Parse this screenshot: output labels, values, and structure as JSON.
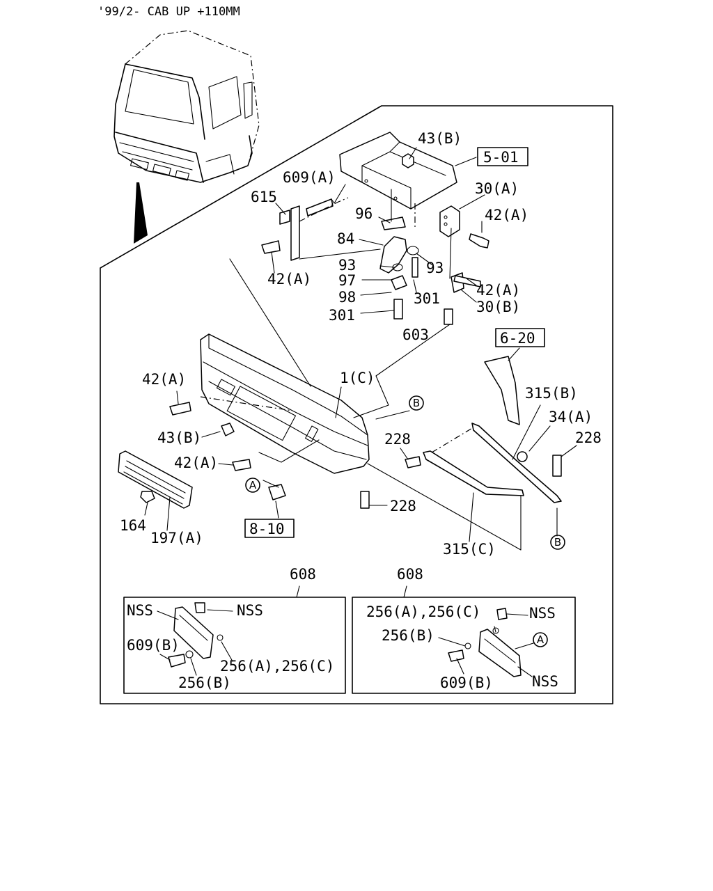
{
  "header": {
    "title": "'99/2- CAB UP +110MM"
  },
  "refs": {
    "r1": "5-01",
    "r2": "6-20",
    "r3": "8-10"
  },
  "markers": {
    "a": "A",
    "b": "B"
  },
  "labels": {
    "p43b_top": "43(B)",
    "p609a": "609(A)",
    "p615": "615",
    "p30a": "30(A)",
    "p96": "96",
    "p42a_top": "42(A)",
    "p84": "84",
    "p93_left": "93",
    "p93_right": "93",
    "p42a_mid": "42(A)",
    "p97": "97",
    "p42a_right": "42(A)",
    "p98": "98",
    "p301_right": "301",
    "p30b": "30(B)",
    "p301_left": "301",
    "p603": "603",
    "p1c": "1(C)",
    "p42a_left": "42(A)",
    "p315b": "315(B)",
    "p34a": "34(A)",
    "p228_mid": "228",
    "p228_right": "228",
    "p43b_left": "43(B)",
    "p42a_lower": "42(A)",
    "p228_bottom": "228",
    "p164": "164",
    "p197a": "197(A)",
    "p315c": "315(C)"
  },
  "inset_left": {
    "part_no": "608",
    "nss_a": "NSS",
    "nss_b": "NSS",
    "p609b": "609(B)",
    "p256ac": "256(A),256(C)",
    "p256b": "256(B)"
  },
  "inset_right": {
    "part_no": "608",
    "p256ac": "256(A),256(C)",
    "nss_a": "NSS",
    "p256b": "256(B)",
    "p609b": "609(B)",
    "nss_b": "NSS"
  }
}
